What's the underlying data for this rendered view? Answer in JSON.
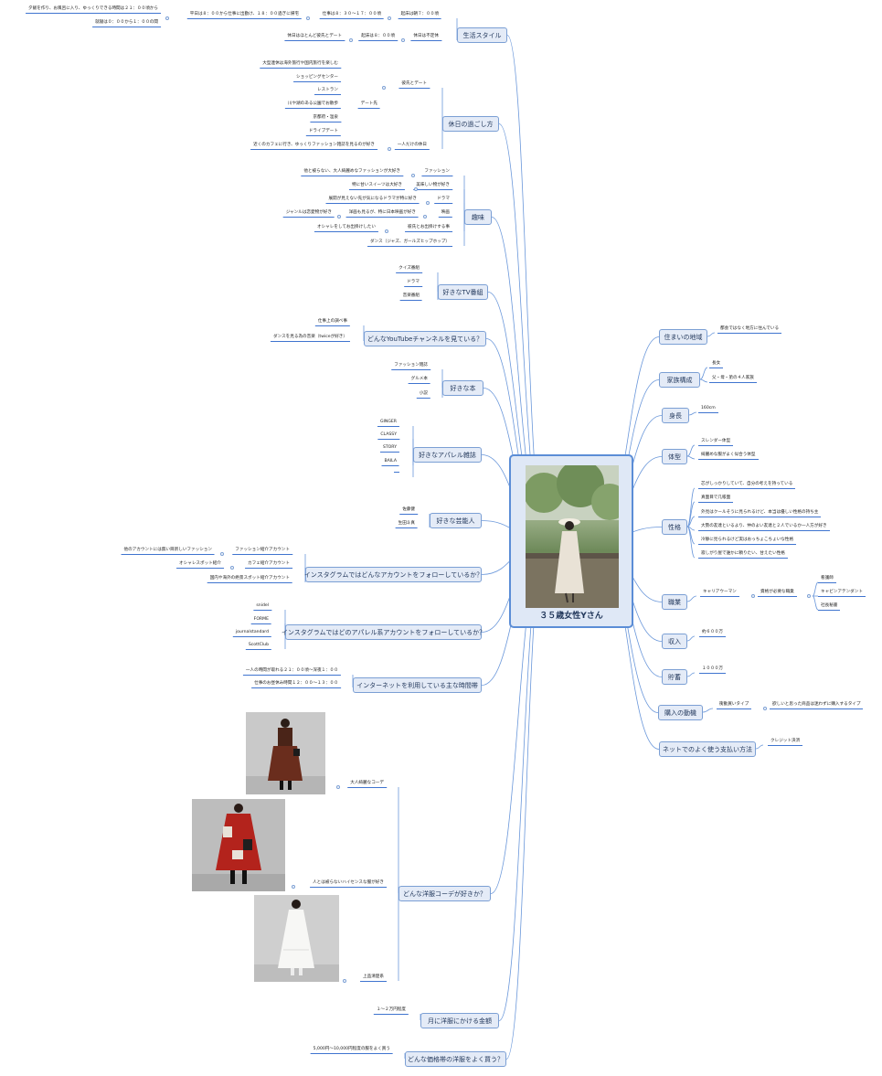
{
  "center": {
    "title": "３５歳女性Yさん",
    "image": "woman-in-lace-dress-photo"
  },
  "left": {
    "lifestyle": {
      "label": "生活スタイル",
      "weekday": "平日は８：００から仕事に出勤け、１８：００過ぎに帰宅",
      "evening": "夕飯を作り、お風呂に入り、ゆっくりできる時間は２１：００頃から",
      "sleep": "就寝は０：００から１：００の間",
      "work_hours": "仕事は８：３０〜１７：００頃",
      "wake": "起床は朝７：００頃",
      "holiday_irregular": "休日は不定休",
      "holiday_wake": "起床は８：００頃",
      "holiday_date": "休日はほとんど彼氏とデート"
    },
    "holiday": {
      "label": "休日の過ごし方",
      "date": "彼氏とデート",
      "date_place": "デート先",
      "places": [
        "大型連休は海外旅行や国内旅行を楽しむ",
        "ショッピングセンター",
        "レストラン",
        "川や湖のある公園でお散歩",
        "京都府・温泉",
        "ドライブデート"
      ],
      "alone": "一人だけの休日",
      "alone_detail": "近くのカフェに行き、ゆっくりファッション雑誌を見るのが好き"
    },
    "hobby": {
      "label": "趣味",
      "fashion": "ファッション",
      "fashion_detail": "他と被らない、大人綺麗めなファッションが大好き",
      "food": "美味しい物が好き",
      "food_detail": "特に甘いスイーツは大好き",
      "drama": "ドラマ",
      "drama_detail": "展開が見えない先が気になるドラマが特に好き",
      "movie": "映画",
      "movie_detail": "洋画も見るが、特に日本映画が好き",
      "movie_genre": "ジャンルは恋愛物が好き",
      "outing": "彼氏とお出掛けする事",
      "outing_detail": "オシャレをしてお出掛けしたい",
      "dance": "ダンス（ジャズ、ガールズヒップホップ）"
    },
    "tv": {
      "label": "好きなTV番組",
      "items": [
        "クイズ番組",
        "ドラマ",
        "音楽番組"
      ]
    },
    "youtube": {
      "label": "どんなYouTubeチャンネルを見ている？",
      "items": [
        "仕事上の調べ事",
        "ダンスを見る為の音楽（twiceが好き）"
      ]
    },
    "book": {
      "label": "好きな本",
      "items": [
        "ファッション雑誌",
        "グルメ本",
        "小説"
      ]
    },
    "magazine": {
      "label": "好きなアパレル雑誌",
      "items": [
        "GINGER",
        "CLASSY",
        "STORY",
        "BAILA",
        ""
      ]
    },
    "celebrity": {
      "label": "好きな芸能人",
      "items": [
        "佐藤健",
        "生田斗真"
      ]
    },
    "insta": {
      "label": "インスタグラムではどんなアカウントをフォローしているか？",
      "fashion": "ファッション紹介アカウント",
      "fashion_detail": "他のアカウントには無い目新しいファッション",
      "cafe": "カフェ紹介アカウント",
      "cafe_detail": "オシャレスポット紹介",
      "scenic": "国内や海外の絶景スポット紹介アカウント"
    },
    "insta_apparel": {
      "label": "インスタグラムではどのアパレル系アカウントをフォローしているか？",
      "items": [
        "snidel",
        "FORME",
        "journalstandard",
        "ScottClub"
      ]
    },
    "internet": {
      "label": "インターネットを利用している主な時間帯",
      "items": [
        "一人の時間が取れる２１：００頃〜深夜１：００",
        "仕事のお昼休み時間１２：００〜１３：００"
      ]
    },
    "coordinate": {
      "label": "どんな洋服コーデが好きか？",
      "items": [
        "大人綺麗なコーデ",
        "人とは被らないハイセンスな服が好き",
        "上品清楚系"
      ],
      "images": [
        "brown-sweater-patterned-skirt-photo",
        "red-patchwork-coat-photo",
        "white-dress-photo"
      ]
    },
    "monthly": {
      "label": "月に洋服にかける金額",
      "items": [
        "１〜２万円程度"
      ]
    },
    "price": {
      "label": "どんな価格帯の洋服をよく買う？",
      "items": [
        "5,000円〜10,000円程度の服をよく買う"
      ]
    }
  },
  "right": {
    "area": {
      "label": "住まいの地域",
      "items": [
        "都会ではなく地方に住んでいる"
      ]
    },
    "family": {
      "label": "家族構成",
      "items": [
        "長女",
        "父・母・弟の４人家族"
      ]
    },
    "height": {
      "label": "身長",
      "items": [
        "160cm"
      ]
    },
    "body": {
      "label": "体型",
      "items": [
        "スレンダー体型",
        "綺麗めな服がよく似合う体型"
      ]
    },
    "personality": {
      "label": "性格",
      "items": [
        "芯がしっかりしていて、自分の考えを持っている",
        "真面目で几帳面",
        "外見はクールそうに見られるけど、本当は優しい性格の持ち主",
        "大勢の友達といるより、仲のよい友達と２人でいるか一人方が好き",
        "冷静に見られるけど実はおっちょこちょいな性格",
        "寂しがり屋で誰かに頼りたい、甘えたい性格"
      ]
    },
    "job": {
      "label": "職業",
      "career": "キャリアウーマン",
      "qualified": "資格が必要な職業",
      "items": [
        "看護師",
        "キャビンアテンダント",
        "社長秘書"
      ]
    },
    "income": {
      "label": "収入",
      "items": [
        "約６００万"
      ]
    },
    "savings": {
      "label": "貯蓄",
      "items": [
        "１０００万"
      ]
    },
    "motive": {
      "label": "購入の動機",
      "type": "衝動買いタイプ",
      "detail": "欲しいと思った商品は迷わずに購入するタイプ"
    },
    "payment": {
      "label": "ネットでのよく使う支払い方法",
      "items": [
        "クレジット決済"
      ]
    }
  },
  "colors": {
    "line": "#6a97da",
    "underline": "#3f74cf",
    "node_fill": "#e4ebf7",
    "node_border": "#7b9fd4"
  }
}
